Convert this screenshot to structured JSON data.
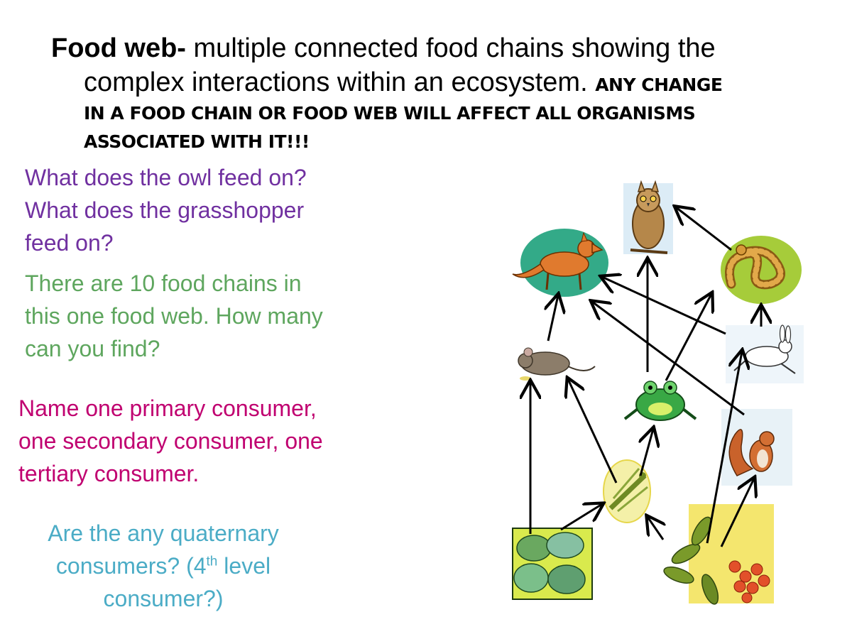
{
  "heading": {
    "term": "Food web-",
    "definition_line1": " multiple connected food chains showing the",
    "definition_line2": "complex interactions within an ecosystem. ",
    "emphasis_line1": "ANY CHANGE",
    "emphasis_line2": "IN A FOOD CHAIN OR FOOD WEB WILL AFFECT ALL ORGANISMS",
    "emphasis_line3": "ASSOCIATED WITH IT!!!"
  },
  "questions": {
    "q1_line1": "What does the owl feed on?",
    "q1_line2": "What does the grasshopper",
    "q1_line3": "feed on?",
    "q2_line1": "There are 10 food chains in",
    "q2_line2": "this one food web. How many",
    "q2_line3": "can you find?",
    "q3_line1": "Name one primary consumer,",
    "q3_line2": "one secondary consumer, one",
    "q3_line3": "tertiary consumer.",
    "q4_line1": "Are the any quaternary",
    "q4_line2a": "consumers? (4",
    "q4_sup": "th",
    "q4_line2b": " level",
    "q4_line3": "consumer?)"
  },
  "colors": {
    "q1": "#7030a0",
    "q2": "#5ea65e",
    "q3": "#c00070",
    "q4": "#4bacc6"
  },
  "organisms": [
    "owl-icon",
    "fox-icon",
    "snake-icon",
    "rabbit-icon",
    "mouse-icon",
    "frog-icon",
    "squirrel-icon",
    "grasshopper-icon",
    "leaves-icon",
    "berry-branch-icon"
  ]
}
